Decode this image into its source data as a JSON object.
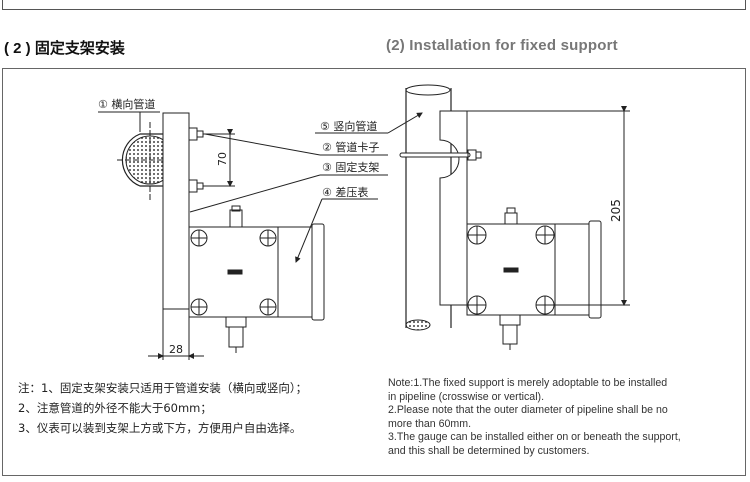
{
  "header": {
    "title_cn": "( 2 ) 固定支架安装",
    "title_en": "(2) Installation for fixed support"
  },
  "diagram_left": {
    "labels": {
      "pipe_horizontal": "① 横向管道",
      "pipe_vertical": "⑤ 竖向管道",
      "pipe_clamp": "② 管道卡子",
      "fixed_bracket": "③ 固定支架",
      "dp_gauge": "④ 差压表"
    },
    "dim_clamp_spacing": "70",
    "dim_offset": "28"
  },
  "diagram_right": {
    "dim_height": "205"
  },
  "notes_cn": [
    "注：1、固定支架安装只适用于管道安装（横向或竖向）；",
    "2、注意管道的外径不能大于60mm；",
    "3、仪表可以装到支架上方或下方，方便用户自由选择。"
  ],
  "notes_en": [
    "Note:1.The fixed support is merely adoptable to be installed",
    "in pipeline (crosswise or vertical).",
    "2.Please note that the outer diameter of pipeline shall be no",
    "more than 60mm.",
    "3.The gauge can be installed either on or beneath the support,",
    "and this shall be determined by customers."
  ]
}
